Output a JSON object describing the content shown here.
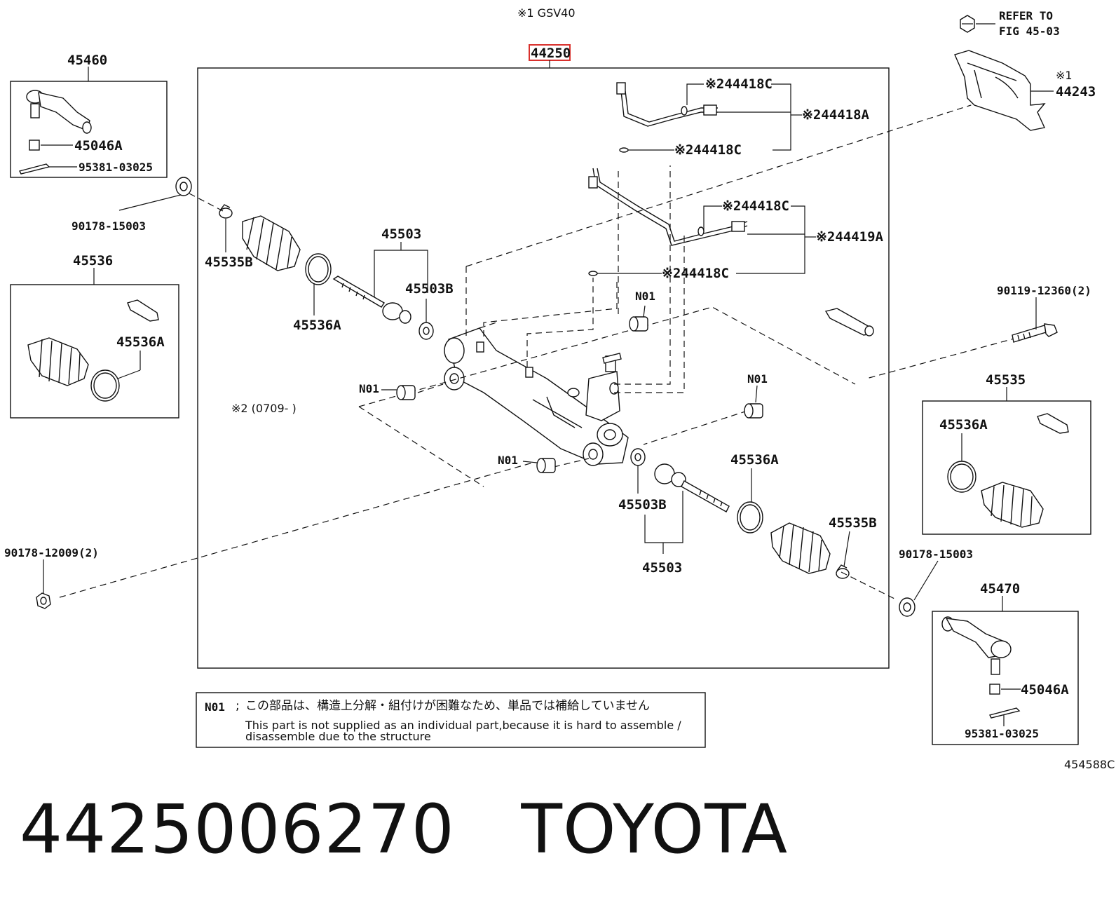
{
  "header": {
    "variant_note": "※1 GSV40"
  },
  "main_assembly": {
    "part_no": "44250",
    "highlight_color": "#d9302c"
  },
  "refer": {
    "line1": "REFER TO",
    "line2": "FIG 45-03"
  },
  "labels": {
    "p45460": "45460",
    "p45046A_left": "45046A",
    "p95381_left": "95381-03025",
    "p90178_15003_left": "90178-15003",
    "p45536": "45536",
    "p45536A_box": "45536A",
    "p45535B_left": "45535B",
    "p45536A_left": "45536A",
    "p45503_top": "45503",
    "p45503B_top": "45503B",
    "p244418C_1": "※244418C",
    "p244418A": "※244418A",
    "p244418C_2": "※244418C",
    "p244418C_3": "※244418C",
    "p244419A": "※244419A",
    "p244418C_4": "※244418C",
    "star1": "※1",
    "p44243": "44243",
    "n01_a": "N01",
    "n01_b": "N01",
    "n01_c": "N01",
    "n01_d": "N01",
    "note2": "※2 (0709-      )",
    "p90119": "90119-12360(2)",
    "p45535": "45535",
    "p45536A_rbox": "45536A",
    "p45536A_right": "45536A",
    "p45503B_bottom": "45503B",
    "p45503_bottom": "45503",
    "p45535B_right": "45535B",
    "p90178_12009": "90178-12009(2)",
    "p90178_15003_right": "90178-15003",
    "p45470": "45470",
    "p45046A_right": "45046A",
    "p95381_right": "95381-03025",
    "fig_code": "454588C"
  },
  "note": {
    "code": "N01",
    "separator": ";",
    "jp": "この部品は、構造上分解・組付けが困難なため、単品では補給していません",
    "en1": "This part is not supplied as an individual part,because it is hard to assemble /",
    "en2": "disassemble due to the structure"
  },
  "footer": {
    "part_number": "4425006270",
    "brand": "TOYOTA"
  }
}
